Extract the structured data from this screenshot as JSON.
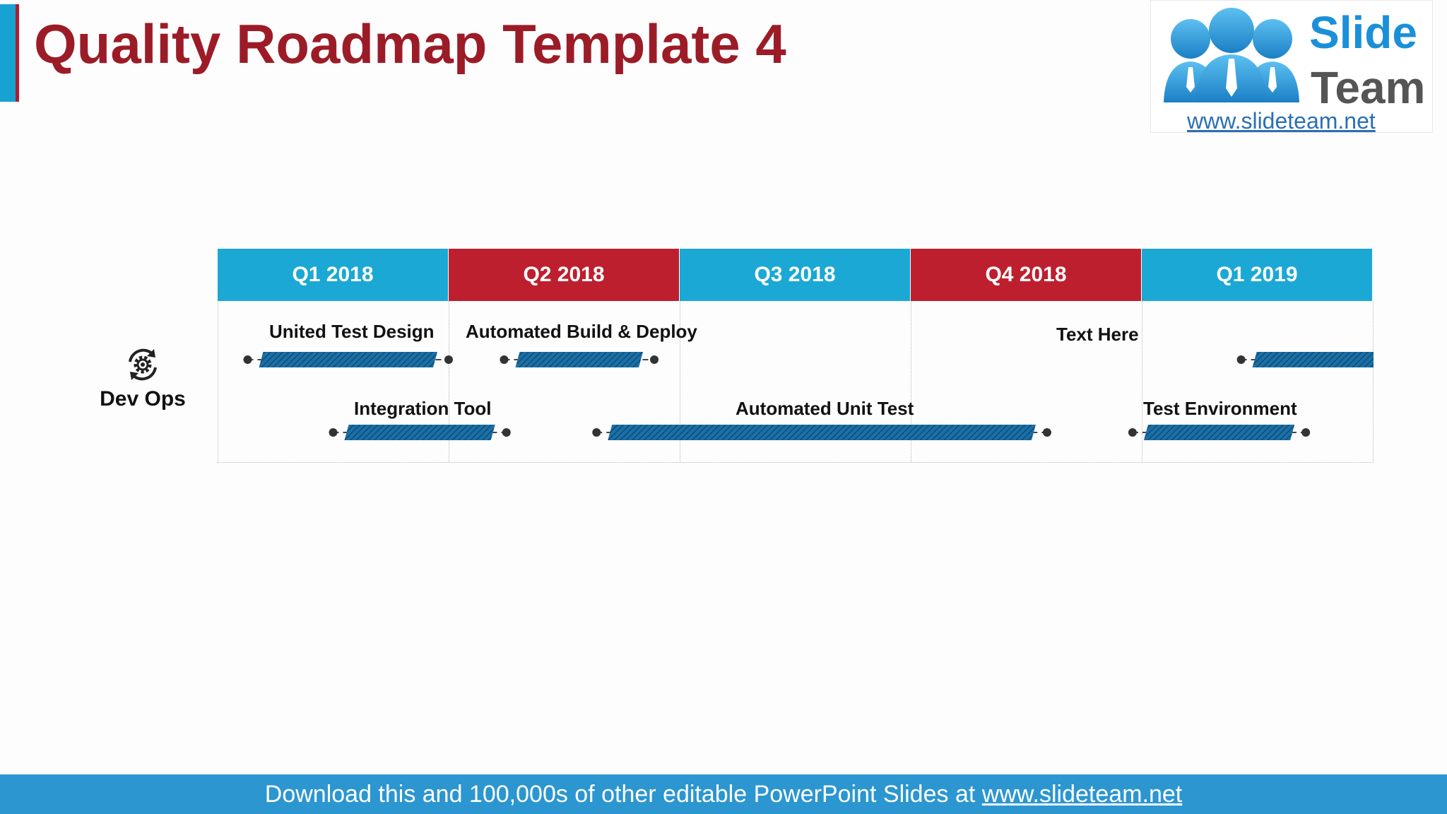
{
  "slide": {
    "title": "Quality Roadmap Template 4"
  },
  "logo": {
    "word1": "Slide",
    "word2": "Team",
    "url": "www.slideteam.net",
    "icon": "slideteam-people-logo-icon"
  },
  "colors": {
    "accent_blue": "#1ba8d4",
    "accent_red": "#be1f2e",
    "title_red": "#9b1c27",
    "bar_blue": "#1a6fa6",
    "footer_blue": "#2b96d0"
  },
  "roadmap": {
    "quarters": [
      {
        "label": "Q1 2018",
        "color": "#1ba8d4"
      },
      {
        "label": "Q2 2018",
        "color": "#be1f2e"
      },
      {
        "label": "Q3 2018",
        "color": "#1ba8d4"
      },
      {
        "label": "Q4 2018",
        "color": "#be1f2e"
      },
      {
        "label": "Q1 2019",
        "color": "#1ba8d4"
      }
    ],
    "row": {
      "label": "Dev Ops",
      "icon": "gear-cycle-icon"
    },
    "tasks": [
      {
        "label": "United Test Design",
        "row": 1,
        "start": 0.13,
        "end": 1.0
      },
      {
        "label": "Automated Build & Deploy",
        "row": 1,
        "start": 1.24,
        "end": 1.89
      },
      {
        "label": "Text Here",
        "row": 1,
        "start": 4.43,
        "end": 5.18
      },
      {
        "label": "Integration Tool",
        "row": 2,
        "start": 0.5,
        "end": 1.25
      },
      {
        "label": "Automated Unit Test",
        "row": 2,
        "start": 1.64,
        "end": 3.59
      },
      {
        "label": "Test Environment",
        "row": 2,
        "start": 3.96,
        "end": 4.71
      }
    ]
  },
  "footer": {
    "text": "Download this and 100,000s of other editable PowerPoint Slides at ",
    "link": "www.slideteam.net"
  }
}
